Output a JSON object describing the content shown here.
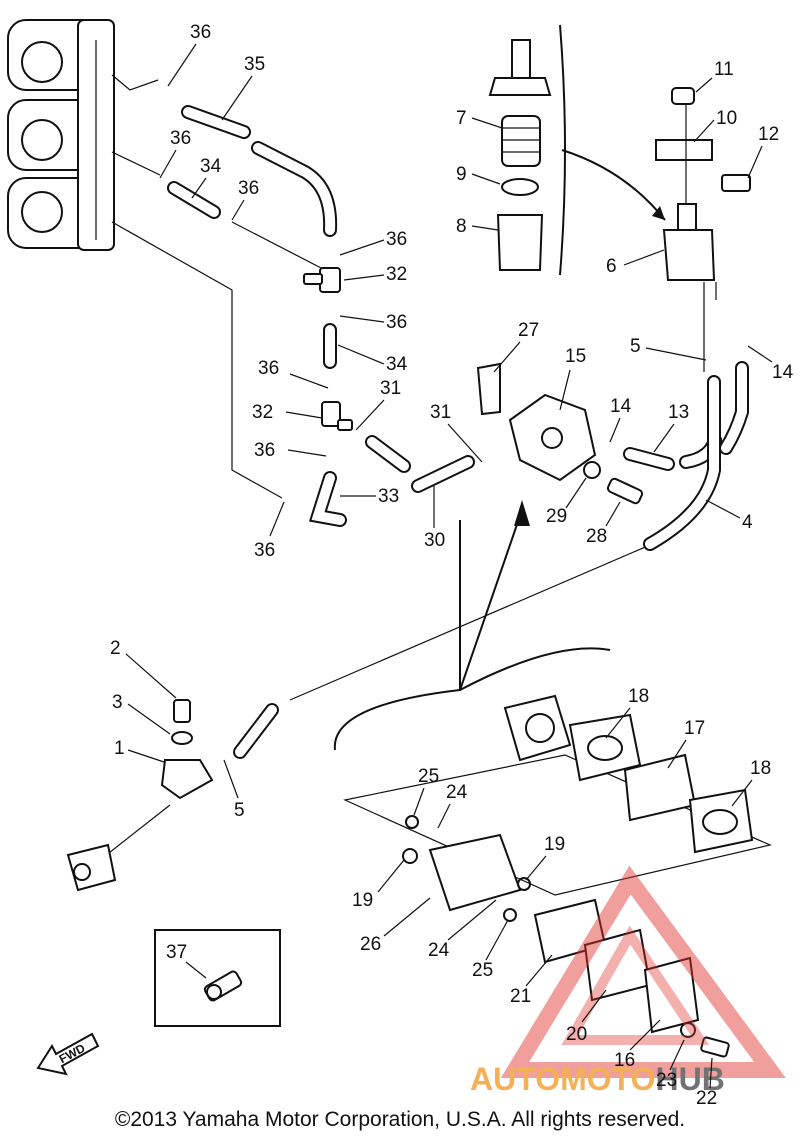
{
  "callouts": {
    "c1": "1",
    "c2": "2",
    "c3": "3",
    "c4": "4",
    "c5a": "5",
    "c5b": "5",
    "c6": "6",
    "c7": "7",
    "c8": "8",
    "c9": "9",
    "c10": "10",
    "c11": "11",
    "c12": "12",
    "c13": "13",
    "c14a": "14",
    "c14b": "14",
    "c15": "15",
    "c16": "16",
    "c17": "17",
    "c18a": "18",
    "c18b": "18",
    "c19a": "19",
    "c19b": "19",
    "c20": "20",
    "c21": "21",
    "c22": "22",
    "c23": "23",
    "c24a": "24",
    "c24b": "24",
    "c25a": "25",
    "c25b": "25",
    "c26": "26",
    "c27": "27",
    "c28": "28",
    "c29": "29",
    "c30": "30",
    "c31a": "31",
    "c31b": "31",
    "c32a": "32",
    "c32b": "32",
    "c33": "33",
    "c34a": "34",
    "c34b": "34",
    "c35": "35",
    "c36a": "36",
    "c36b": "36",
    "c36c": "36",
    "c36d": "36",
    "c36e": "36",
    "c36f": "36",
    "c36g": "36",
    "c37": "37"
  },
  "fwd_label": "FWD",
  "copyright": "©2013 Yamaha Motor Corporation, U.S.A. All rights reserved.",
  "watermark": {
    "brand_part1": "AUTOMOTO",
    "brand_part2": "HUB",
    "color_orange": "#f2a33a",
    "color_red": "#e0312b",
    "color_gray": "#5a5a5a"
  }
}
